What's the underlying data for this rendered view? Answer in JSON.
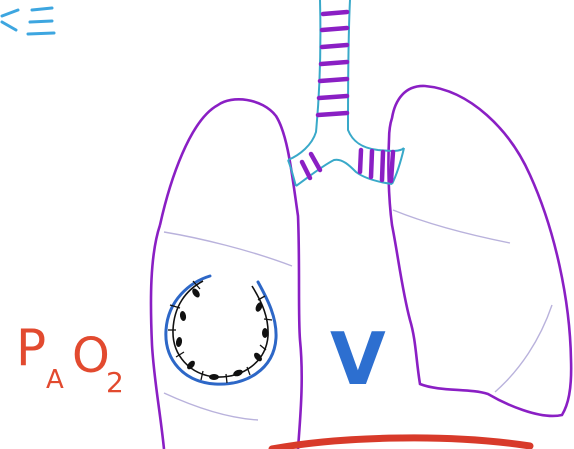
{
  "labels": {
    "gas_letter_p": "P",
    "gas_subscript_a": "A",
    "gas_letter_o": "O",
    "gas_subscript_2": "2",
    "ventilation_symbol": "V",
    "corner_mark": "= ="
  },
  "colors": {
    "background": "#ffffff",
    "lung_outline": "#8a1fc4",
    "trachea_ring": "#8a1fc4",
    "airway_outline": "#39a9c9",
    "fissure_line": "#b9b2dc",
    "alveolus_outline": "#2d67c7",
    "alveolus_cells": "#111111",
    "ventilation_label": "#2d6fd0",
    "pao2_label": "#e24a2f",
    "corner_mark": "#3da6e0",
    "diaphragm": "#d83a2a"
  },
  "icons": {
    "alveolus": "alveolus-icon",
    "trachea": "trachea-icon"
  }
}
